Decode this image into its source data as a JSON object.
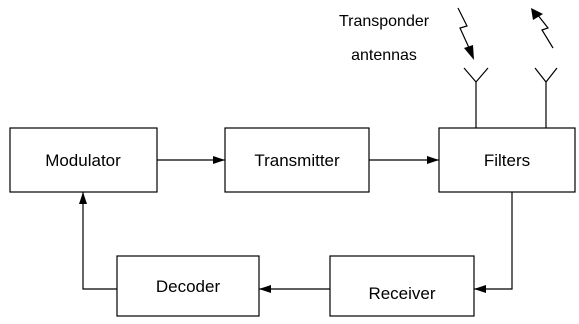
{
  "blocks": {
    "modulator": "Modulator",
    "transmitter": "Transmitter",
    "filters": "Filters",
    "decoder": "Decoder",
    "receiver": "Receiver"
  },
  "antenna_caption": [
    "Transponder",
    "antennas"
  ],
  "colors": {
    "stroke": "#000000",
    "background": "#ffffff"
  }
}
